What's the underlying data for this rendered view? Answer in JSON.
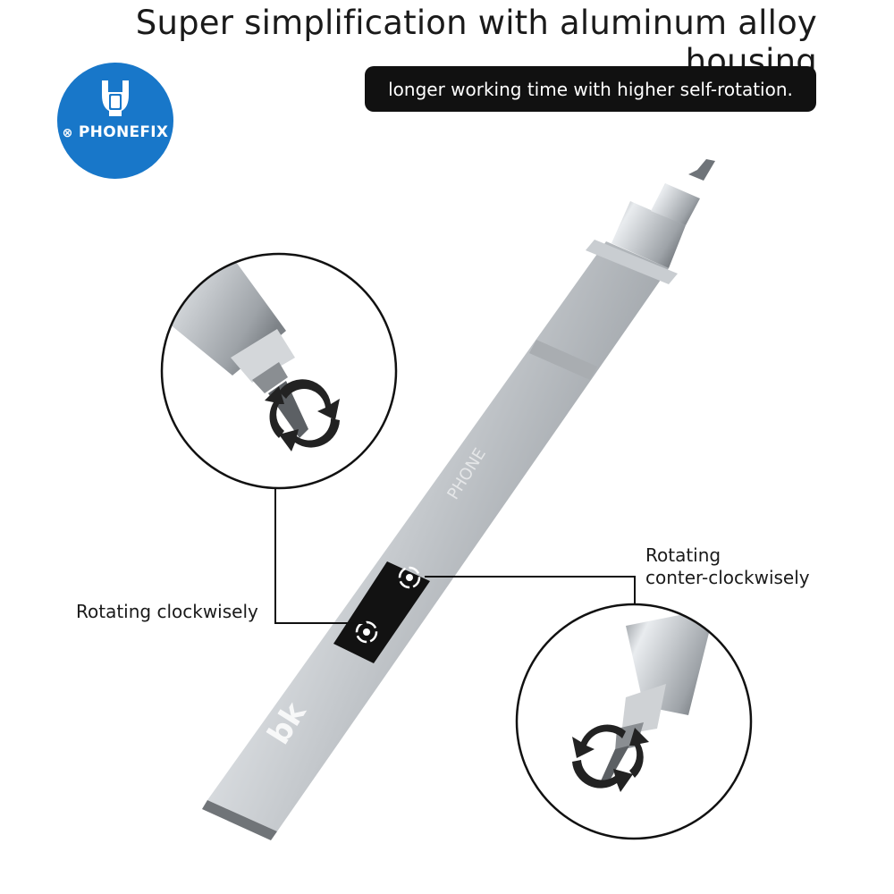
{
  "header": {
    "headline": "Super simplification with aluminum alloy housing",
    "tagline": "longer working time with higher self-rotation."
  },
  "logo": {
    "brand": "PHONEFIX",
    "icon": "phone-wrench-icon",
    "color": "#1877c9"
  },
  "product": {
    "brand_mark": "bk",
    "engraving": "PHONE",
    "buttons": [
      {
        "icon": "rotate-counterclockwise-button-icon"
      },
      {
        "icon": "rotate-clockwise-button-icon"
      }
    ]
  },
  "callouts": {
    "clockwise": "Rotating clockwisely",
    "counter_line1": "Rotating",
    "counter_line2": "conter-clockwisely"
  },
  "colors": {
    "housing": "#b8bcc0",
    "panel": "#111111",
    "accent_blue": "#1877c9"
  }
}
